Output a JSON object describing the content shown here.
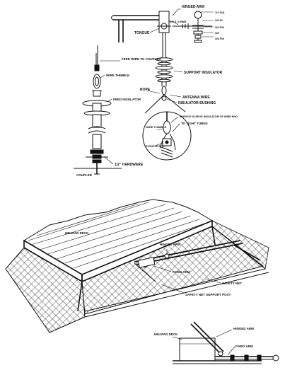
{
  "labels": {
    "hinged_arm_top": "HINGED ARM",
    "bolt_spec": "3/8 X 3 HWB",
    "tongue": "TONGUE",
    "dim_1": "1/2 DIA",
    "dim_2": "3/8 SL",
    "dim_3": "3/8 FW",
    "dim_4": "3/8",
    "dim_5": "3/8 FW",
    "feed_wire": "FEED WIRE TO COUPLER",
    "wire_thimble": "WIRE THIMBLE",
    "feed_insulator": "FEED INSULATOR",
    "support_insulator": "SUPPORT INSULATOR",
    "rope": "ROPE",
    "antenna_wire": "ANTENNA WIRE",
    "insulator_bushing": "INSULATOR BUSHING",
    "sealant_note": "SERVICE SLEEVE INSULATOR OF WIRE END",
    "tight_turns": "TO TIGHT TURNS",
    "wire_thimble_detail": "WIRE THIMBLE",
    "eye_bolt": "EYE/EYE BOLT",
    "hardware": "1/2\" HARDWARE",
    "coupler": "COUPLER",
    "helipad_deck": "HELIPAD DECK",
    "hinged_arm_mid": "HINGED ARM",
    "fixed_arm_mid": "FIXED ARM",
    "safety_net": "SAFETY NET",
    "safety_net_post": "SAFETY NET SUPPORT POST",
    "helipad_deck_bottom": "HELIPAD DECK",
    "hinged_arm_bottom": "HINGED ARM",
    "fixed_arm_bottom": "FIXED ARM"
  }
}
